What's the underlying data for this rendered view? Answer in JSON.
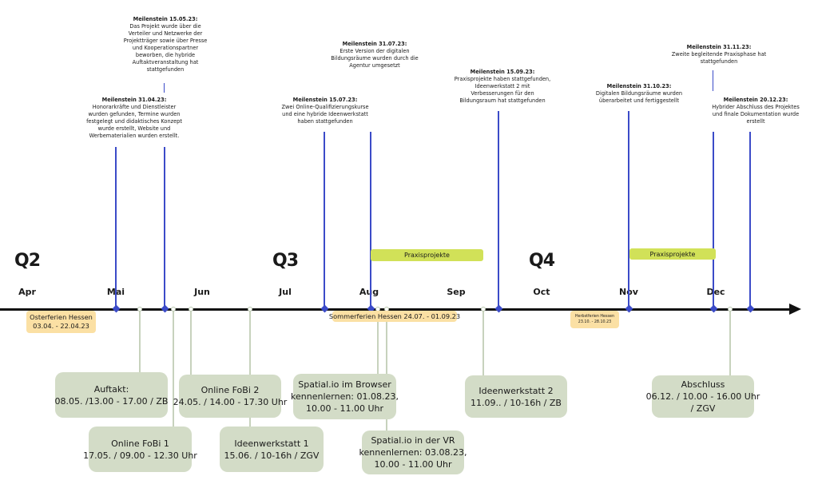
{
  "quarters": [
    "Q2",
    "Q3",
    "Q4"
  ],
  "months": [
    "Apr",
    "Mai",
    "Jun",
    "Jul",
    "Aug",
    "Sep",
    "Oct",
    "Nov",
    "Dec"
  ],
  "milestones": [
    {
      "title": "Meilenstein 31.04.23",
      "lines": [
        "Honorarkräfte und Dienstleister",
        "wurden gefunden, Termine wurden",
        "festgelegt und didaktisches Konzept",
        "wurde erstellt, Website und",
        "Werbematerialien wurden erstellt."
      ]
    },
    {
      "title": "Meilenstein 15.05.23",
      "lines": [
        "Das Projekt wurde über die",
        "Verteiler und Netzwerke der",
        "Projektträger sowie über Presse",
        "und Kooperationspartner",
        "beworben, die hybride",
        "Auftaktveranstaltung hat",
        "stattgefunden"
      ]
    },
    {
      "title": "Meilenstein 15.07.23",
      "lines": [
        "Zwei Online-Qualifizierungskurse",
        "und eine hybride Ideenwerkstatt",
        "haben stattgefunden"
      ]
    },
    {
      "title": "Meilenstein 31.07.23",
      "lines": [
        "Erste Version der digitalen",
        "Bildungsräume wurden durch die",
        "Agentur umgesetzt"
      ]
    },
    {
      "title": "Meilenstein 15.09.23",
      "lines": [
        "Praxisprojekte haben stattgefunden,",
        "Ideenwerkstatt 2 mit",
        "Verbesserungen für den",
        "Bildungsraum hat stattgefunden"
      ]
    },
    {
      "title": "Meilenstein 31.10.23",
      "lines": [
        "Digitalen Bildungsräume wurden",
        "überarbeitet und fertiggestellt"
      ]
    },
    {
      "title": "Meilenstein 31.11.23",
      "lines": [
        "Zweite begleitende Praxisphase hat",
        "stattgefunden"
      ]
    },
    {
      "title": "Meilenstein 20.12.23",
      "lines": [
        "Hybrider Abschluss des Projektes",
        "und finale Dokumentation wurde",
        "erstellt"
      ]
    }
  ],
  "events": [
    {
      "lines": [
        "Auftakt:",
        "08.05. /13.00 - 17.00 / ZB"
      ]
    },
    {
      "lines": [
        "Online FoBi 1",
        "17.05. / 09.00 - 12.30 Uhr"
      ]
    },
    {
      "lines": [
        "Online FoBi 2",
        "24.05. / 14.00 - 17.30 Uhr"
      ]
    },
    {
      "lines": [
        "Ideenwerkstatt 1",
        "15.06. / 10-16h / ZGV"
      ]
    },
    {
      "lines": [
        "Spatial.io im Browser",
        "kennenlernen: 01.08.23,",
        "10.00 - 11.00 Uhr"
      ]
    },
    {
      "lines": [
        "Spatial.io in der VR",
        "kennenlernen: 03.08.23,",
        "10.00 - 11.00 Uhr"
      ]
    },
    {
      "lines": [
        "Ideenwerkstatt 2",
        "11.09.. / 10-16h / ZB"
      ]
    },
    {
      "lines": [
        "Abschluss",
        "06.12. / 10.00 - 16.00 Uhr",
        "/ ZGV"
      ]
    }
  ],
  "praxis": [
    "Praxisprojekte",
    "Praxisprojekte"
  ],
  "holidays": [
    {
      "lines": [
        "Osterferien Hessen",
        "03.04. - 22.04.23"
      ]
    },
    {
      "lines": [
        "Sommerferien Hessen 24.07. - 01.09.23"
      ]
    },
    {
      "lines": [
        "Herbstferien Hessen",
        "23.10. - 28.10.23"
      ]
    }
  ],
  "colors": {
    "milestone": "#3b4bc8",
    "event": "#d3dcc7",
    "praxis": "#d1e158",
    "holiday": "#fbe0a4",
    "axis": "#111111"
  }
}
